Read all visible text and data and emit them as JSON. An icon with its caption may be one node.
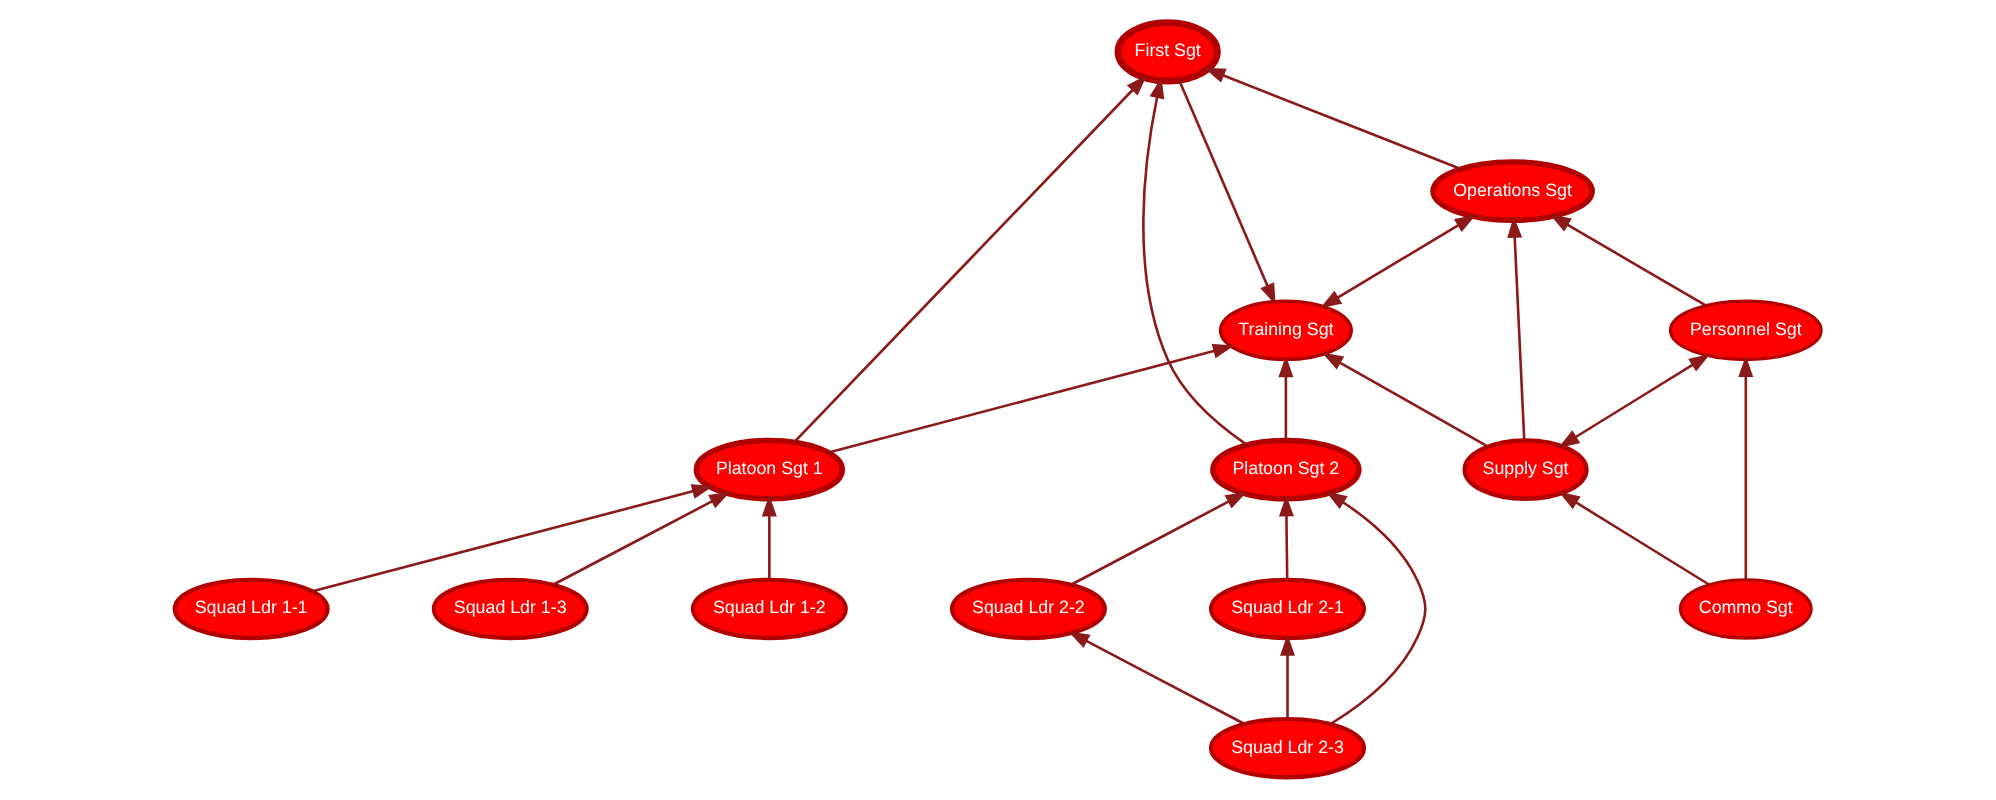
{
  "diagram": {
    "nodes": [
      {
        "text": [
          "Training Sgt"
        ]
      },
      {
        "text": [
          "First Sgt"
        ]
      },
      {
        "text": [
          "Operations Sgt"
        ]
      },
      {
        "text": [
          "Platoon Sgt 1"
        ]
      },
      {
        "text": [
          "Platoon Sgt 2"
        ]
      },
      {
        "text": [
          "Squad Ldr 2-2"
        ]
      },
      {
        "text": [
          "Squad Ldr 2-1"
        ]
      },
      {
        "text": [
          "Supply Sgt"
        ]
      },
      {
        "text": [
          "Personnel Sgt"
        ]
      },
      {
        "text": [
          "Squad Ldr 1-1"
        ]
      },
      {
        "text": [
          "Squad Ldr 1-3"
        ]
      },
      {
        "text": [
          "Squad Ldr 1-2"
        ]
      },
      {
        "text": [
          "Squad Ldr 2-3"
        ]
      },
      {
        "text": [
          "Commo Sgt"
        ]
      }
    ],
    "edges": [
      {
        "from": 1,
        "to": 0,
        "arrow": "to"
      },
      {
        "from": 3,
        "to": 0,
        "arrow": "to"
      },
      {
        "from": 4,
        "to": 0,
        "arrow": "to"
      },
      {
        "from": 7,
        "to": 0,
        "arrow": "to"
      },
      {
        "from": 0,
        "to": 2,
        "arrow": "both"
      },
      {
        "from": 2,
        "to": 1,
        "arrow": "to"
      },
      {
        "from": 3,
        "to": 1,
        "arrow": "to"
      },
      {
        "from": 4,
        "to": 1,
        "arrow": "to"
      },
      {
        "from": 9,
        "to": 3,
        "arrow": "to"
      },
      {
        "from": 11,
        "to": 3,
        "arrow": "to"
      },
      {
        "from": 10,
        "to": 3,
        "arrow": "to"
      },
      {
        "from": 5,
        "to": 4,
        "arrow": "to"
      },
      {
        "from": 6,
        "to": 4,
        "arrow": "to"
      },
      {
        "from": 12,
        "to": 4,
        "arrow": "to"
      },
      {
        "from": 12,
        "to": 5,
        "arrow": "to"
      },
      {
        "from": 12,
        "to": 6,
        "arrow": "to"
      },
      {
        "from": 7,
        "to": 2,
        "arrow": "to"
      },
      {
        "from": 8,
        "to": 2,
        "arrow": "to"
      },
      {
        "from": 7,
        "to": 8,
        "arrow": "both"
      },
      {
        "from": 13,
        "to": 7,
        "arrow": "to"
      },
      {
        "from": 13,
        "to": 8,
        "arrow": "to"
      }
    ]
  }
}
